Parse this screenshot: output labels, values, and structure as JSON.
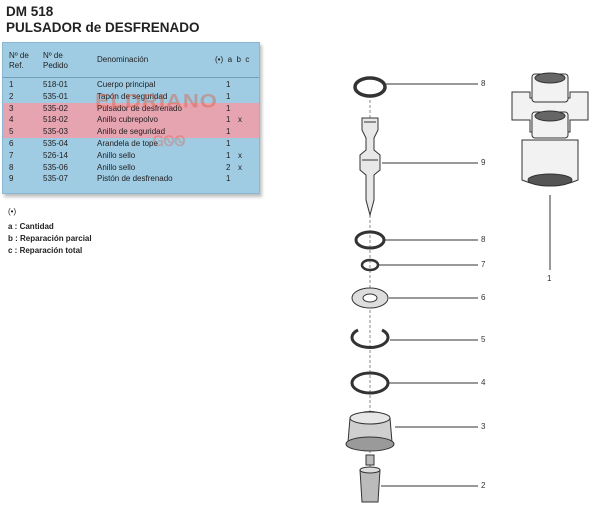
{
  "header": {
    "code": "DM 518",
    "title": "PULSADOR de DESFRENADO"
  },
  "table": {
    "headers": {
      "ref": "Nº de Ref.",
      "pedido": "Nº de Pedido",
      "denominacion": "Denominación",
      "flags": "(•)  a  b  c"
    },
    "rows": [
      {
        "ref": "1",
        "pedido": "518-01",
        "den": "Cuerpo principal",
        "a": "1",
        "b": "",
        "highlight": false
      },
      {
        "ref": "2",
        "pedido": "535-01",
        "den": "Tapón de seguridad",
        "a": "1",
        "b": "",
        "highlight": false
      },
      {
        "ref": "3",
        "pedido": "535-02",
        "den": "Pulsador de desfrenado",
        "a": "1",
        "b": "",
        "highlight": true
      },
      {
        "ref": "4",
        "pedido": "518-02",
        "den": "Anillo cubrepolvo",
        "a": "1",
        "b": "x",
        "highlight": true
      },
      {
        "ref": "5",
        "pedido": "535-03",
        "den": "Anillo de seguridad",
        "a": "1",
        "b": "",
        "highlight": true
      },
      {
        "ref": "6",
        "pedido": "535-04",
        "den": "Arandela de tope",
        "a": "1",
        "b": "",
        "highlight": false
      },
      {
        "ref": "7",
        "pedido": "526-14",
        "den": "Anillo sello",
        "a": "1",
        "b": "x",
        "highlight": false
      },
      {
        "ref": "8",
        "pedido": "535-06",
        "den": "Anillo sello",
        "a": "2",
        "b": "x",
        "highlight": false
      },
      {
        "ref": "9",
        "pedido": "535-07",
        "den": "Pistón de desfrenado",
        "a": "1",
        "b": "",
        "highlight": false
      }
    ],
    "highlight_color": "#e6a3b0",
    "panel_color": "#9fcbe3"
  },
  "legend": {
    "mark": "(•)",
    "a_key": "a :",
    "a_text": "Cantidad",
    "b_key": "b :",
    "b_text": "Reparación parcial",
    "c_key": "c :",
    "c_text": "Reparación total"
  },
  "diagram": {
    "callouts": {
      "top_ring": "8",
      "piston": "9",
      "body": "1",
      "ring_8": "8",
      "ring_7": "7",
      "washer": "6",
      "snap_ring": "5",
      "dust_ring": "4",
      "button": "3",
      "cap": "2"
    }
  }
}
